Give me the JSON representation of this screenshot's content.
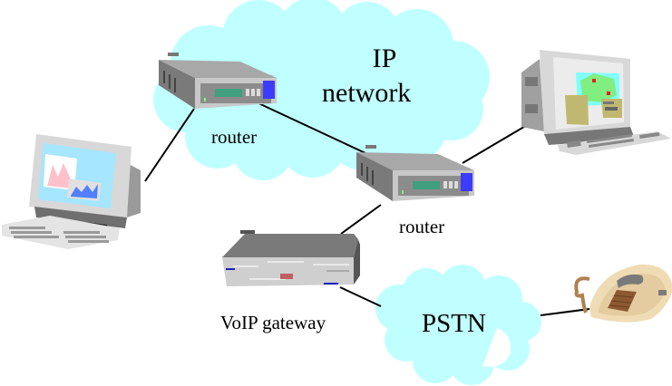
{
  "diagram": {
    "type": "network-topology",
    "title": "",
    "colors": {
      "cloud_fill": "#c0ffff",
      "link_line": "#000000",
      "router_body": "#9a9a9a",
      "router_panel": "#c8c8c8",
      "router_display": "#3f9f7f",
      "router_badge": "#3c3cff",
      "monitor_body": "#d6d6d6",
      "screen_blue": "#a6e6ff",
      "chart_pink": "#ffc0cb",
      "chart_blue": "#5080ff",
      "map_green": "#80ee80",
      "map_water": "#80ffff",
      "map_tan": "#c0b870",
      "phone_body": "#f0dcb4",
      "phone_keypad": "#8c5a32",
      "phone_cord": "#b08050"
    },
    "clouds": [
      {
        "id": "ip-network",
        "label_line1": "IP",
        "label_line2": "network"
      },
      {
        "id": "pstn",
        "label": "PSTN"
      }
    ],
    "nodes": [
      {
        "id": "workstation-left",
        "kind": "desktop-computer",
        "icon": "computer-with-charts-icon"
      },
      {
        "id": "router-1",
        "kind": "router",
        "label": "router",
        "icon": "router-icon"
      },
      {
        "id": "router-2",
        "kind": "router",
        "label": "router",
        "icon": "router-icon"
      },
      {
        "id": "workstation-right",
        "kind": "desktop-computer",
        "icon": "computer-with-map-icon"
      },
      {
        "id": "voip-gateway",
        "kind": "gateway",
        "label": "VoIP gateway",
        "icon": "gateway-icon"
      },
      {
        "id": "telephone",
        "kind": "telephone",
        "icon": "telephone-icon"
      }
    ],
    "links": [
      {
        "from": "workstation-left",
        "to": "router-1"
      },
      {
        "from": "router-1",
        "to": "router-2"
      },
      {
        "from": "router-2",
        "to": "workstation-right"
      },
      {
        "from": "router-2",
        "to": "voip-gateway"
      },
      {
        "from": "voip-gateway",
        "to": "pstn"
      },
      {
        "from": "pstn",
        "to": "telephone"
      }
    ]
  }
}
